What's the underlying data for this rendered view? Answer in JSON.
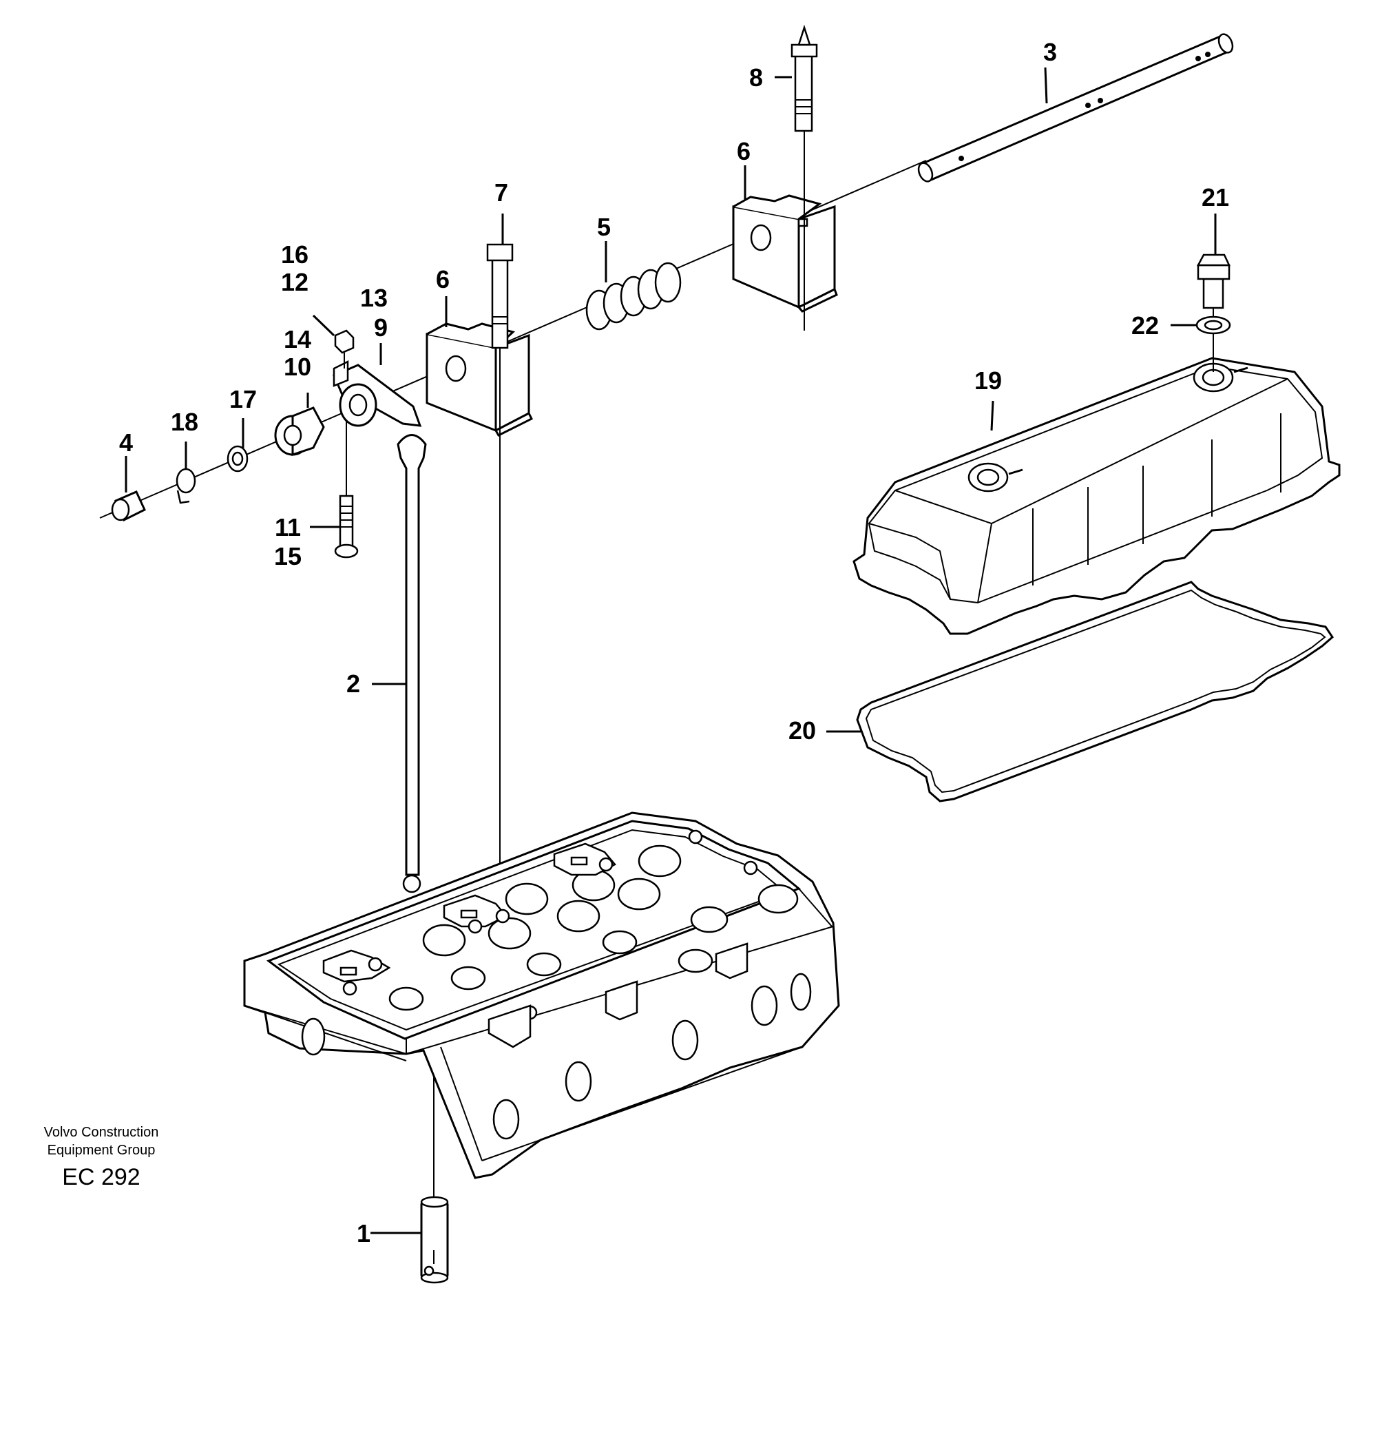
{
  "credit": {
    "line1": "Volvo Construction",
    "line2": "Equipment Group",
    "code": "EC 292"
  },
  "callouts": {
    "p1": "1",
    "p2": "2",
    "p3": "3",
    "p4": "4",
    "p5": "5",
    "p6a": "6",
    "p6b": "6",
    "p7": "7",
    "p8": "8",
    "p9": "9",
    "p10": "10",
    "p11": "11",
    "p12": "12",
    "p13": "13",
    "p14": "14",
    "p15": "15",
    "p16": "16",
    "p17": "17",
    "p18": "18",
    "p19": "19",
    "p20": "20",
    "p21": "21",
    "p22": "22"
  }
}
